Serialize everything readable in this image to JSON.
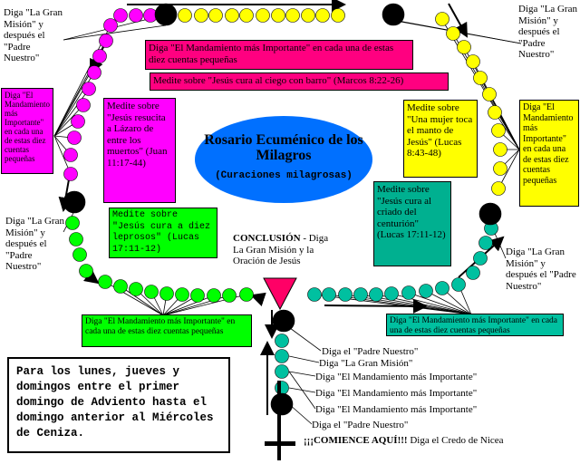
{
  "title": "Rosario Ecuménico de los Milagros",
  "subtitle": "(Curaciones milagrosas)",
  "colors": {
    "magenta": "#FF00FF",
    "yellow": "#FFFF00",
    "green": "#00FF00",
    "teal": "#00C0A0",
    "pink_box": "#FF0080",
    "ellipse": "#0070FF",
    "triangle": "#FF0066",
    "teal_box": "#00B090"
  },
  "labels": {
    "gm_top_left": "Diga \"La Gran Misión\" y después el \"Padre Nuestro\"",
    "gm_top_right": "Diga \"La Gran Misión\" y después el \"Padre Nuestro\"",
    "gm_mid_left": "Diga \"La Gran Misión\" y después el \"Padre Nuestro\"",
    "gm_mid_right": "Diga \"La Gran Misión\" y después el \"Padre Nuestro\"",
    "mand_left_box": "Diga \"El Mandamiento más Importante\" en cada una de estas diez cuentas pequeñas",
    "mand_right_box": "Diga \"El Mandamiento más Importante\" en cada una de estas diez cuentas pequeñas",
    "mand_top_box": "Diga \"El Mandamiento más Importante\" en cada una de estas diez cuentas pequeñas",
    "mand_bottom_left_box": "Diga \"El Mandamiento más Importante\" en cada una de estas diez cuentas pequeñas",
    "mand_bottom_right_box": "Diga \"El Mandamiento más Importante\" en cada una de estas diez cuentas pequeñas",
    "medite_ciego": "Medite sobre \"Jesús cura al ciego con barro\" (Marcos 8:22-26)",
    "medite_lazaro": "Medite sobre \"Jesús resucita a Lázaro de entre los muertos\" (Juan 11:17-44)",
    "medite_mujer": "Medite sobre \"Una mujer toca el manto de Jesús\" (Lucas 8:43-48)",
    "medite_leprosos": "Medite sobre \"Jesús cura a diez leprosos\" (Lucas 17:11-12)",
    "medite_centurion": "Medite sobre \"Jesús cura al criado del centurión\" (Lucas 17:11-12)",
    "conclusion_bold": "CONCLUSIÓN",
    "conclusion_rest": " - Diga La Gran Misión y la Oración de Jesús",
    "stem_1": "Diga el \"Padre Nuestro\"",
    "stem_2": "Diga \"La Gran Misión\"",
    "stem_3": "Diga \"El Mandamiento más Importante\"",
    "stem_4": "Diga \"El Mandamiento más Importante\"",
    "stem_5": "Diga \"El Mandamiento más Importante\"",
    "stem_6": "Diga el \"Padre Nuestro\"",
    "comience_bold": "¡¡¡COMIENCE AQUÍ!!!",
    "comience_rest": " Diga el Credo de Nicea",
    "info_box": "Para los lunes, jueves y domingos entre el primer domingo de Adviento hasta el domingo anterior al Miércoles de Ceniza."
  }
}
